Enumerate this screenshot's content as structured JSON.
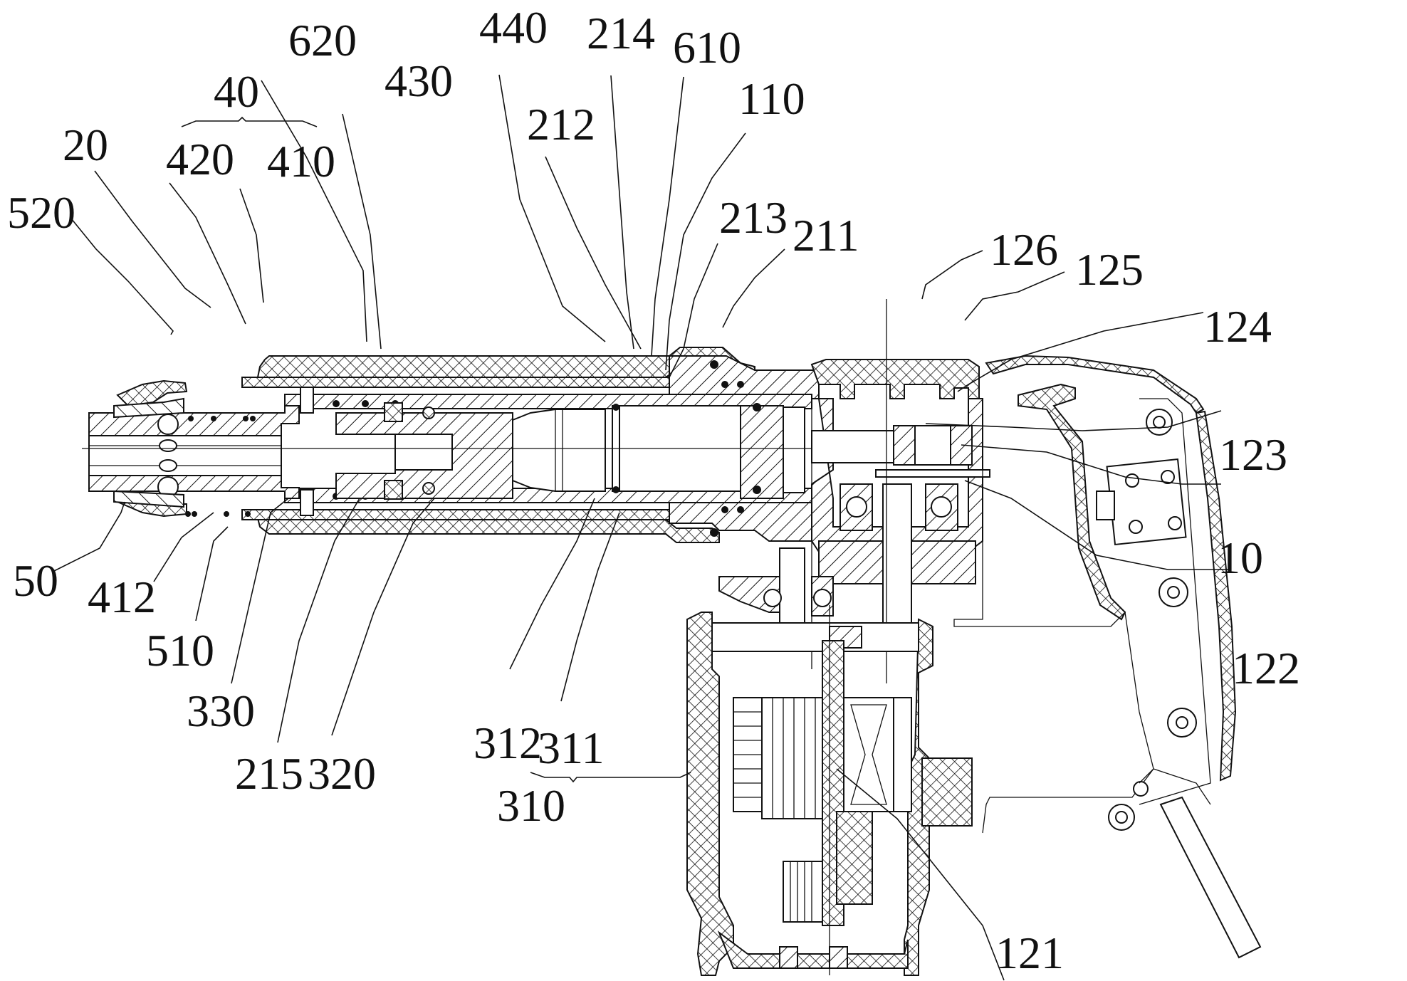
{
  "figure": {
    "type": "patent cross-section drawing",
    "subject": "electric hammer / power tool sectional view"
  },
  "labels": [
    {
      "id": "40",
      "text": "40"
    },
    {
      "id": "620",
      "text": "620"
    },
    {
      "id": "440",
      "text": "440"
    },
    {
      "id": "214",
      "text": "214"
    },
    {
      "id": "610",
      "text": "610"
    },
    {
      "id": "430",
      "text": "430"
    },
    {
      "id": "110",
      "text": "110"
    },
    {
      "id": "212",
      "text": "212"
    },
    {
      "id": "20",
      "text": "20"
    },
    {
      "id": "420",
      "text": "420"
    },
    {
      "id": "410",
      "text": "410"
    },
    {
      "id": "520",
      "text": "520"
    },
    {
      "id": "213",
      "text": "213"
    },
    {
      "id": "211",
      "text": "211"
    },
    {
      "id": "126",
      "text": "126"
    },
    {
      "id": "125",
      "text": "125"
    },
    {
      "id": "124",
      "text": "124"
    },
    {
      "id": "123",
      "text": "123"
    },
    {
      "id": "10",
      "text": "10"
    },
    {
      "id": "122",
      "text": "122"
    },
    {
      "id": "50",
      "text": "50"
    },
    {
      "id": "412",
      "text": "412"
    },
    {
      "id": "510",
      "text": "510"
    },
    {
      "id": "330",
      "text": "330"
    },
    {
      "id": "215",
      "text": "215"
    },
    {
      "id": "320",
      "text": "320"
    },
    {
      "id": "312",
      "text": "312"
    },
    {
      "id": "311",
      "text": "311"
    },
    {
      "id": "310",
      "text": "310"
    },
    {
      "id": "121",
      "text": "121"
    }
  ],
  "groups": [
    {
      "parent": "40",
      "children": [
        "420",
        "410"
      ]
    },
    {
      "parent": "310",
      "children": [
        "312",
        "311"
      ]
    }
  ]
}
